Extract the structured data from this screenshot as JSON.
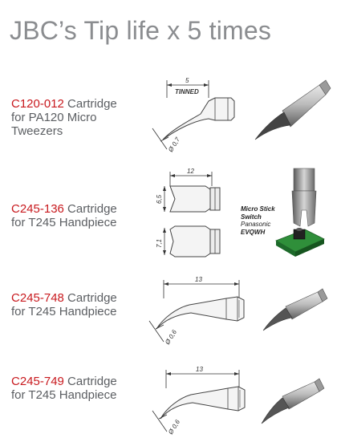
{
  "headline": "JBC’s Tip life x 5 times",
  "products": [
    {
      "code": "C120-012",
      "desc_lines": [
        " Cartridge",
        "for PA120 Micro",
        "Tweezers"
      ],
      "dims": {
        "length": "5",
        "note": "TINNED",
        "diameter": "Ø 0,7"
      }
    },
    {
      "code": "C245-136",
      "desc_lines": [
        " Cartridge",
        "for T245 Handpiece"
      ],
      "dims": {
        "width": "12",
        "height_top": "6,5",
        "height_bottom": "7,1"
      },
      "switch_label": {
        "line1": "Micro Stick",
        "line2": "Switch",
        "line3": "Panasonic",
        "line4": "EVQWH"
      }
    },
    {
      "code": "C245-748",
      "desc_lines": [
        " Cartridge",
        "for T245 Handpiece"
      ],
      "dims": {
        "length": "13",
        "diameter": "Ø 0,6"
      }
    },
    {
      "code": "C245-749",
      "desc_lines": [
        " Cartridge",
        "for T245 Handpiece"
      ],
      "dims": {
        "length": "13",
        "diameter": "Ø 0,6"
      }
    }
  ]
}
